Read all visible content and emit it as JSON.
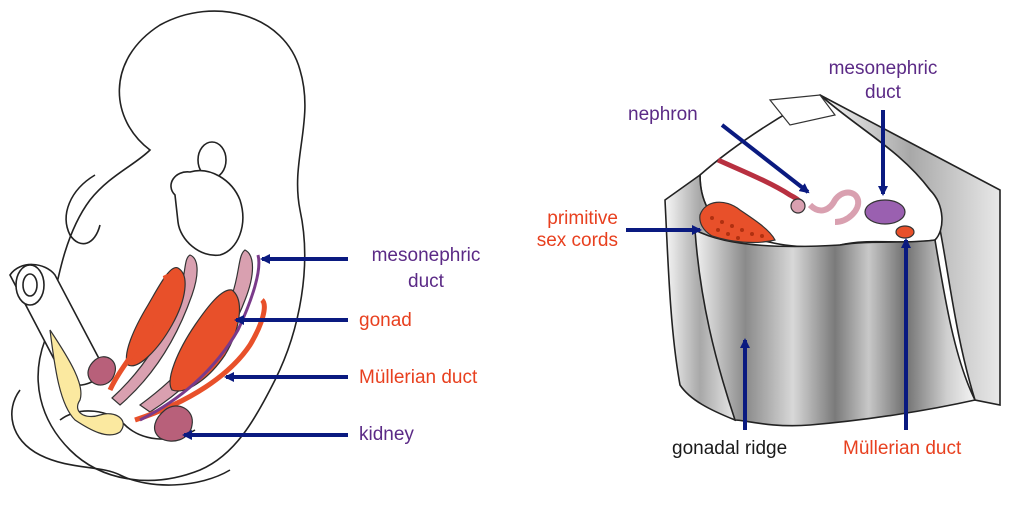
{
  "colors": {
    "purple_label": "#5b2a86",
    "red_label": "#e8401f",
    "black_label": "#1a1a1a",
    "arrow": "#0a1a80",
    "gonad_fill": "#e8502a",
    "duct_pink": "#d9a0b0",
    "kidney": "#b8607a",
    "cloaca_yellow": "#fbe9a0",
    "ridge_gray": "#9a9a9a"
  },
  "left": {
    "labels": {
      "mesonephric_1": "mesonephric",
      "mesonephric_2": "duct",
      "gonad": "gonad",
      "mullerian": "Müllerian duct",
      "kidney": "kidney"
    }
  },
  "right": {
    "labels": {
      "nephron": "nephron",
      "mesonephric_1": "mesonephric",
      "mesonephric_2": "duct",
      "primitive_1": "primitive",
      "primitive_2": "sex cords",
      "gonadal_ridge": "gonadal ridge",
      "mullerian": "Müllerian duct"
    }
  }
}
